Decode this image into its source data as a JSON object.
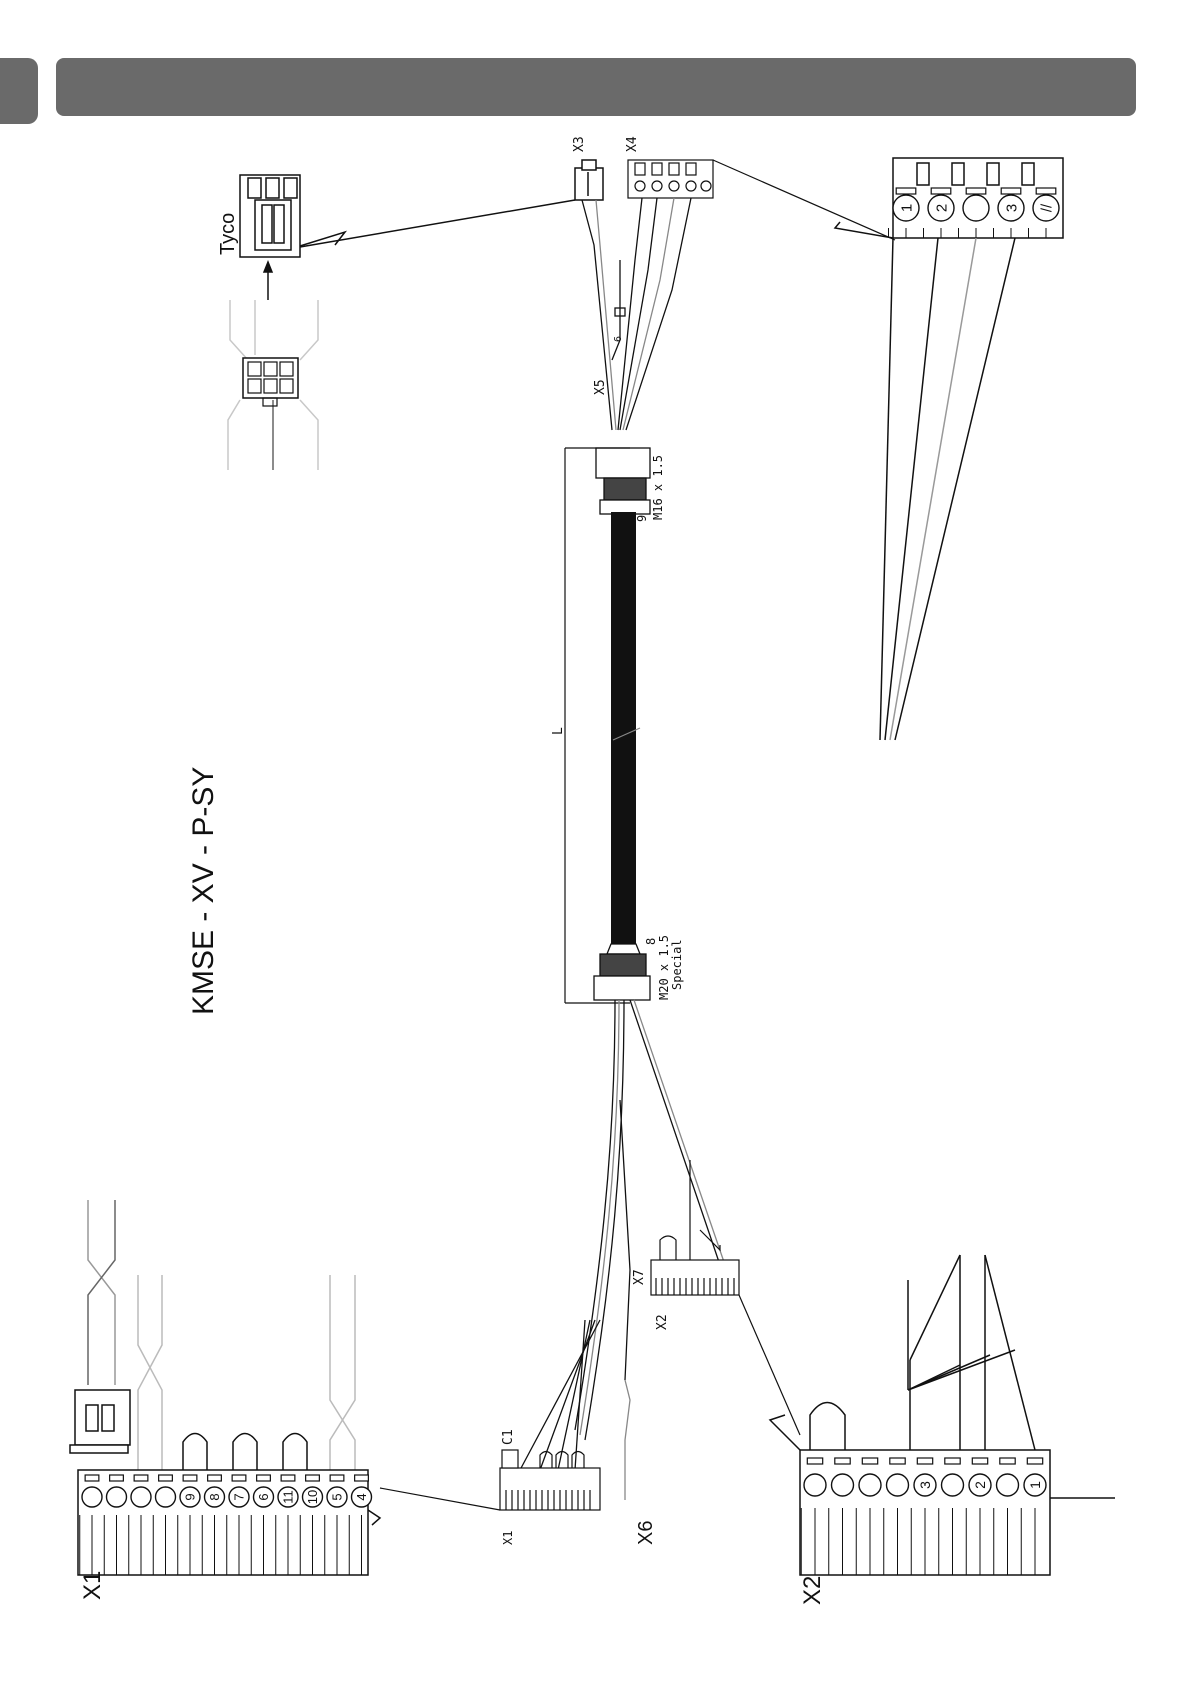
{
  "header": {
    "tab_color": "#6a6a6a",
    "bar_color": "#6a6a6a"
  },
  "title": "KMSE - XV - P-SY",
  "labels": {
    "tyco": "Tyco",
    "x3": "X3",
    "x4": "X4",
    "x5": "X5",
    "x5_pin": "6",
    "gland_top_num": "9",
    "gland_top_size": "M16 x 1.5",
    "length": "L",
    "gland_bottom_num": "8",
    "gland_bottom_size": "M20 x 1.5",
    "gland_bottom_note": "Special",
    "x7": "X7",
    "x2_small": "X2",
    "c1": "C1",
    "x1_small": "X1",
    "x6": "X6",
    "x1_big": "X1",
    "x2_big": "X2"
  },
  "x4_detail_terminals": [
    "1",
    "2",
    "",
    "3",
    "//"
  ],
  "x1_detail_terminals": [
    "",
    "",
    "",
    "",
    "9",
    "8",
    "7",
    "6",
    "11",
    "10",
    "5",
    "4"
  ],
  "x2_detail_terminals": [
    "",
    "",
    "",
    "",
    "3",
    "",
    "2",
    "",
    "1"
  ]
}
